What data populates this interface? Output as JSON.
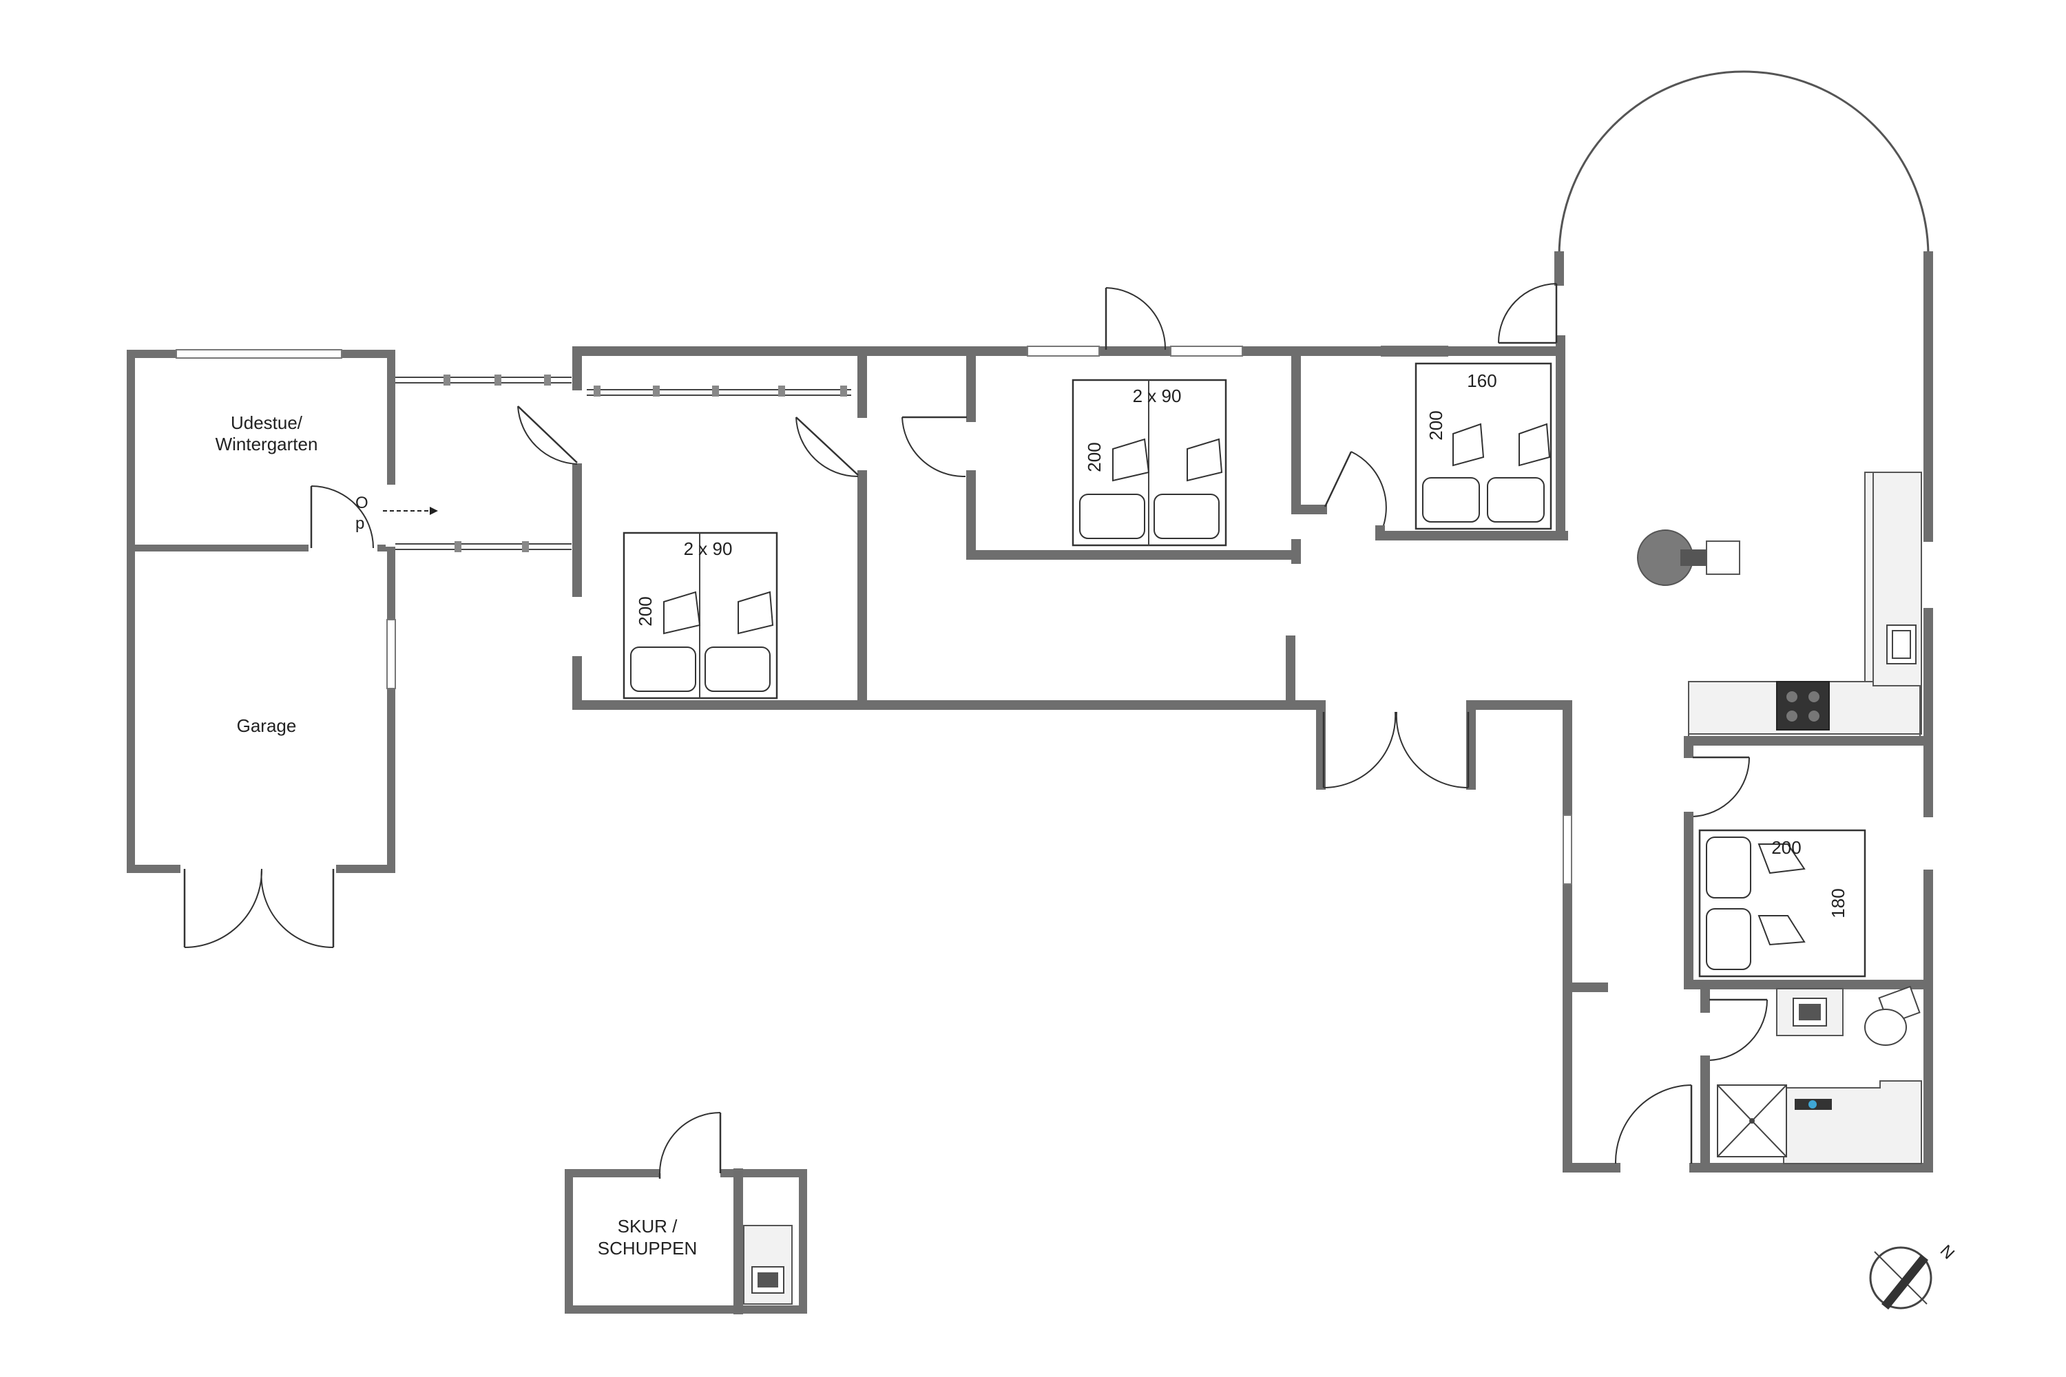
{
  "rooms": {
    "udestue": "Udestue/",
    "wintergarten": "Wintergarten",
    "garage": "Garage",
    "skur": "SKUR /",
    "schuppen": "SCHUPPEN"
  },
  "beds": {
    "bedroom1_width": "2 x 90",
    "bedroom1_length": "200",
    "bedroom2_width": "2 x 90",
    "bedroom2_length": "200",
    "bedroom3_width": "160",
    "bedroom3_length": "200",
    "bedroom4_length": "200",
    "bedroom4_width": "180"
  },
  "markers": {
    "op_o": "O",
    "op_p": "p"
  },
  "compass": {
    "north_label": "N"
  }
}
